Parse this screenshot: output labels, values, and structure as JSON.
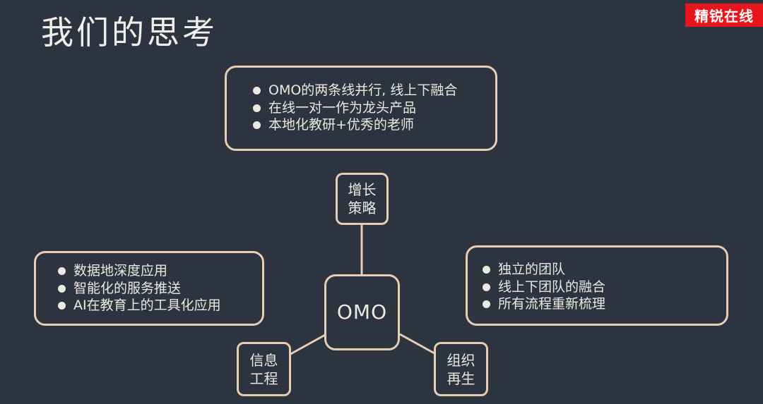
{
  "title": "我们的思考",
  "brand": "精锐在线",
  "center": "OMO",
  "nodes": {
    "top": "增长策略",
    "left": "信息工程",
    "right": "组织再生"
  },
  "boxes": {
    "top": [
      "OMO的两条线并行, 线上下融合",
      "在线一对一作为龙头产品",
      "本地化教研+优秀的老师"
    ],
    "left": [
      "数据地深度应用",
      "智能化的服务推送",
      "AI在教育上的工具化应用"
    ],
    "right": [
      "独立的团队",
      "线上下团队的融合",
      "所有流程重新梳理"
    ]
  }
}
